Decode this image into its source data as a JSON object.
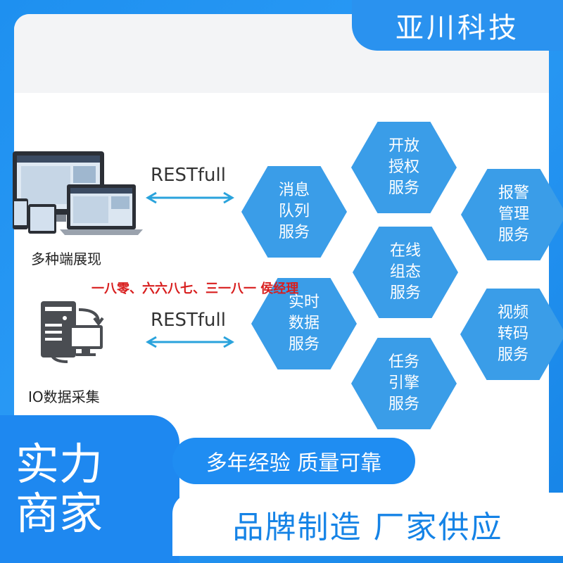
{
  "brand": {
    "name": "亚川科技"
  },
  "clients": {
    "multi_terminal_label": "多种端展现",
    "io_label": "IO数据采集"
  },
  "links": {
    "top_label": "RESTfull",
    "bottom_label": "RESTfull"
  },
  "watermark": {
    "text": "一八零、六六八七、三一八一 侯经理"
  },
  "services": [
    {
      "lines": [
        "开放",
        "授权",
        "服务"
      ]
    },
    {
      "lines": [
        "消息",
        "队列",
        "服务"
      ]
    },
    {
      "lines": [
        "报警",
        "管理",
        "服务"
      ]
    },
    {
      "lines": [
        "在线",
        "组态",
        "服务"
      ]
    },
    {
      "lines": [
        "实时",
        "数据",
        "服务"
      ]
    },
    {
      "lines": [
        "视频",
        "转码",
        "服务"
      ]
    },
    {
      "lines": [
        "任务",
        "引擎",
        "服务"
      ]
    }
  ],
  "promo": {
    "left_line1": "实力",
    "left_line2": "商家",
    "middle": "多年经验  质量可靠",
    "bottom": "品牌制造  厂家供应"
  },
  "colors": {
    "primary_blue": "#1e88f0",
    "hex_blue": "#3a9de8",
    "arrow_blue": "#2aa3dc",
    "watermark_red": "#d81e1e"
  }
}
